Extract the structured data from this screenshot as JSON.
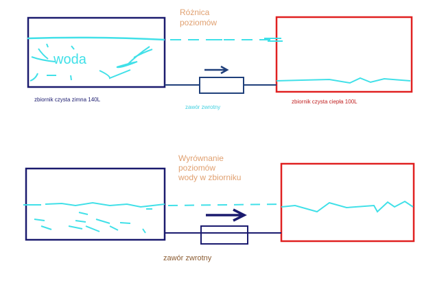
{
  "top": {
    "heading": [
      "Różnica",
      "poziomów"
    ],
    "water_label": "woda",
    "cold_tank_label": "zbiornik czysta zimna 140L",
    "valve_label": "zawór zwrotny",
    "hot_tank_label": "zbiornik czysta ciepła 100L"
  },
  "bottom": {
    "heading": [
      "Wyrównanie",
      "poziomów",
      "wody w zbiorniku"
    ],
    "valve_label": "zawór zwrotny"
  },
  "colors": {
    "cold_tank": "#1a1a6e",
    "hot_tank": "#e02020",
    "water": "#40e0e8",
    "pipe": "#1f3f7a",
    "heading": "#e0a070",
    "valve_label_bottom": "#8a5a30"
  }
}
